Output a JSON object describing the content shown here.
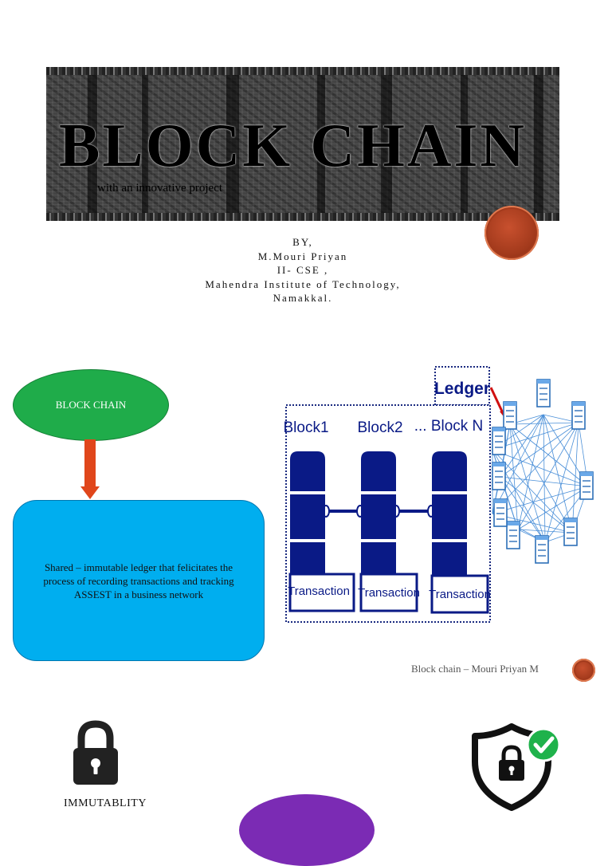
{
  "title_slide": {
    "title": "BLOCK CHAIN",
    "subtitle": "with an innovative project",
    "author_lines": [
      "BY,",
      "M.Mouri Priyan",
      "II- CSE ,",
      "Mahendra Institute of Technology,",
      "Namakkal."
    ]
  },
  "definition_slide": {
    "oval_label": "BLOCK CHAIN",
    "definition": "Shared – immutable ledger that felicitates the process of recording transactions and tracking ASSEST in a business network",
    "diagram": {
      "ledger_label": "Ledger",
      "block_labels": [
        "Block1",
        "Block2",
        "... Block N"
      ],
      "transaction_labels": [
        "Transaction",
        "Transaction",
        "Transaction"
      ]
    },
    "footer": "Block chain – Mouri Priyan M"
  },
  "features_slide": {
    "items": [
      {
        "label": "IMMUTABLITY",
        "icon": "padlock-icon"
      },
      {
        "label": "",
        "icon": "shield-lock-check-icon"
      }
    ]
  },
  "colors": {
    "oval_green": "#1fac4a",
    "arrow_orange": "#e0461b",
    "definition_blue": "#00aeef",
    "block_navy": "#0a1a86",
    "badge_rust": "#a33a1c",
    "check_green": "#1fb24b",
    "purple": "#7b2bb4"
  }
}
